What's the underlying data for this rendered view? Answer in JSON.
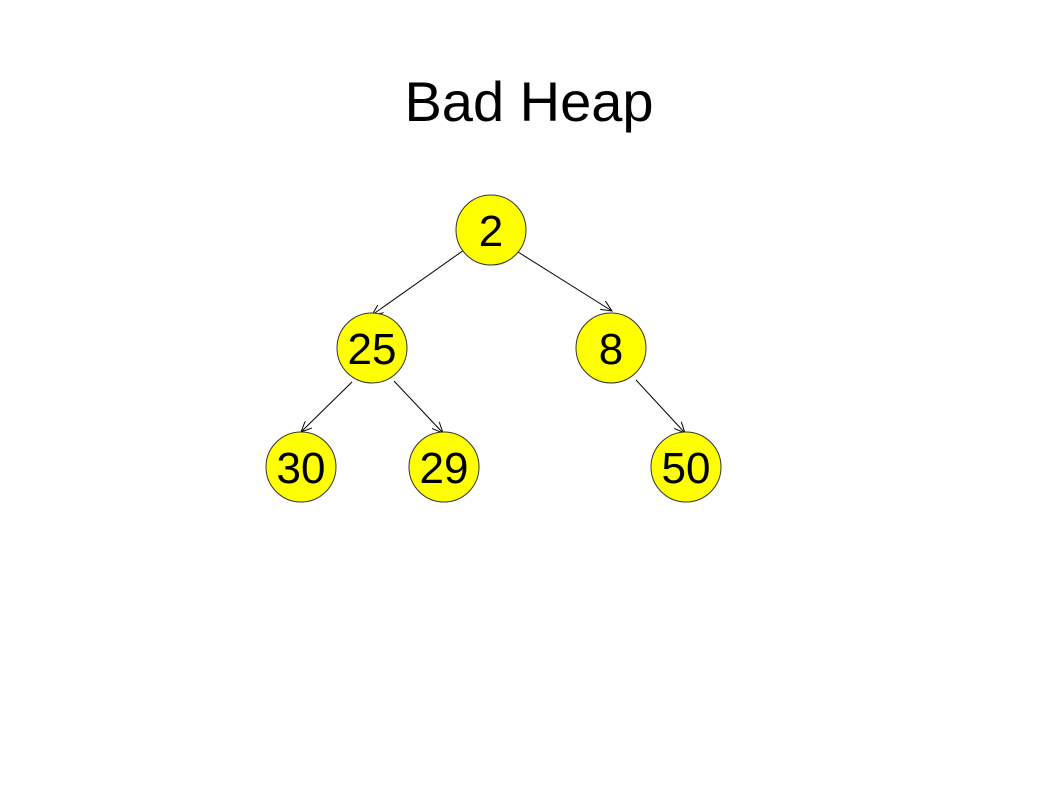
{
  "title": "Bad Heap",
  "colors": {
    "node_fill": "#ffff00",
    "node_stroke": "#333333",
    "edge": "#000000",
    "text": "#000000"
  },
  "nodes": [
    {
      "id": "root",
      "value": "2"
    },
    {
      "id": "left",
      "value": "25"
    },
    {
      "id": "right",
      "value": "8"
    },
    {
      "id": "left-left",
      "value": "30"
    },
    {
      "id": "left-right",
      "value": "29"
    },
    {
      "id": "right-right",
      "value": "50"
    }
  ],
  "edges": [
    {
      "from": "root",
      "to": "left"
    },
    {
      "from": "root",
      "to": "right"
    },
    {
      "from": "left",
      "to": "left-left"
    },
    {
      "from": "left",
      "to": "left-right"
    },
    {
      "from": "right",
      "to": "right-right"
    }
  ]
}
